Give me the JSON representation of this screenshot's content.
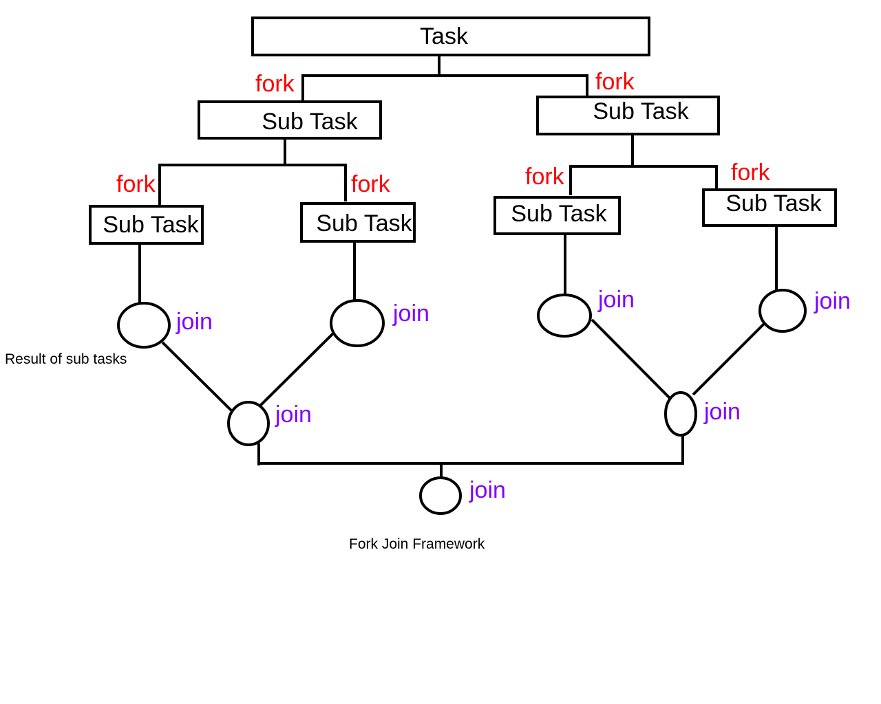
{
  "diagram": {
    "title": "Fork Join Framework",
    "annotation": "Result of sub tasks",
    "colors": {
      "fork": "#ff0000",
      "join": "#8000ff",
      "stroke": "#000000"
    },
    "root": {
      "label": "Task"
    },
    "subtasks_level1": [
      {
        "label": "Sub Task",
        "edge_label": "fork"
      },
      {
        "label": "Sub Task",
        "edge_label": "fork"
      }
    ],
    "subtasks_level2": [
      {
        "label": "Sub Task",
        "edge_label": "fork"
      },
      {
        "label": "Sub Task",
        "edge_label": "fork"
      },
      {
        "label": "Sub Task",
        "edge_label": "fork"
      },
      {
        "label": "Sub Task",
        "edge_label": "fork"
      }
    ],
    "joins_level1": [
      {
        "label": "join"
      },
      {
        "label": "join"
      },
      {
        "label": "join"
      },
      {
        "label": "join"
      }
    ],
    "joins_level2": [
      {
        "label": "join"
      },
      {
        "label": "join"
      }
    ],
    "final_join": {
      "label": "join"
    }
  }
}
